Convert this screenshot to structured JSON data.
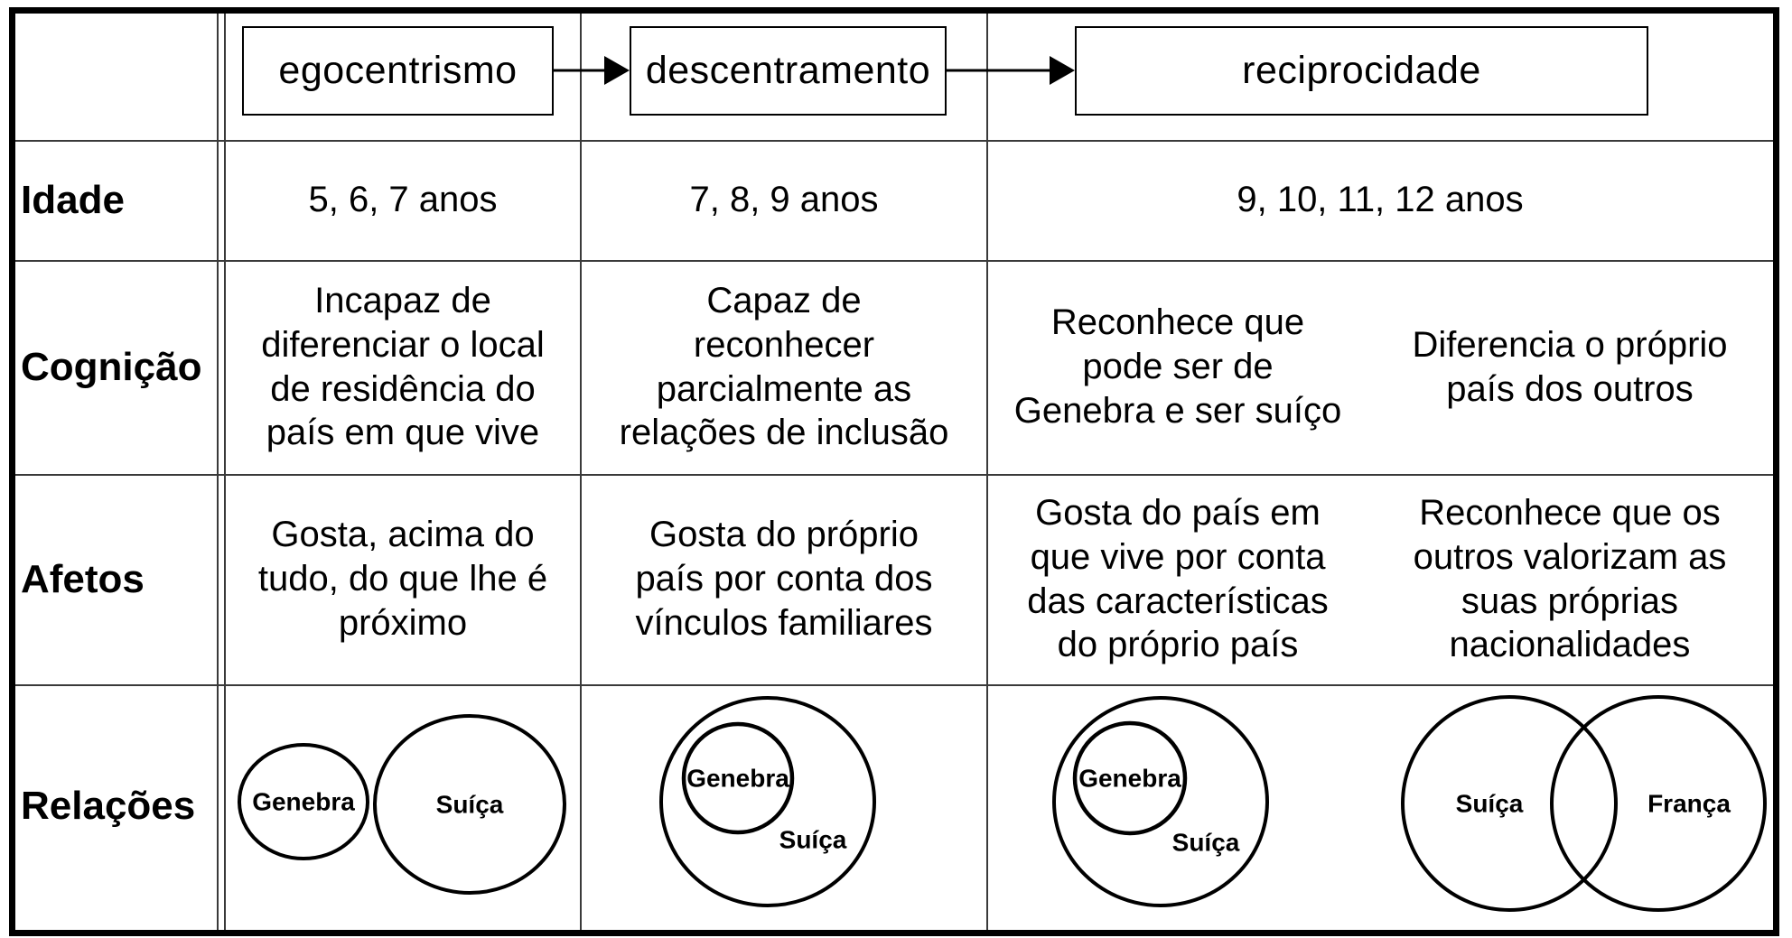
{
  "header": {
    "stages": [
      {
        "label": "egocentrismo"
      },
      {
        "label": "descentramento"
      },
      {
        "label": "reciprocidade"
      }
    ]
  },
  "rows": {
    "idade": {
      "label": "Idade",
      "egocentrismo": "5, 6, 7 anos",
      "descentramento": "7, 8, 9 anos",
      "reciprocidade": "9, 10, 11, 12 anos"
    },
    "cognicao": {
      "label": "Cognição",
      "egocentrismo": "Incapaz de\ndiferenciar o local\nde residência do\npaís em que vive",
      "descentramento": "Capaz de\nreconhecer\nparcialmente as\nrelações de inclusão",
      "reciprocidade_1": "Reconhece que\npode ser de\nGenebra e ser suíço",
      "reciprocidade_2": "Diferencia o próprio\npaís dos outros"
    },
    "afetos": {
      "label": "Afetos",
      "egocentrismo": "Gosta, acima do\ntudo, do que lhe é\npróximo",
      "descentramento": "Gosta do próprio\npaís por conta dos\nvínculos familiares",
      "reciprocidade_1": "Gosta do país em\nque vive por conta\ndas características\ndo próprio país",
      "reciprocidade_2": "Reconhece que os\noutros valorizam as\nsuas próprias\nnacionalidades"
    },
    "relacoes": {
      "label": "Relações",
      "egocentrismo_venn": {
        "type": "disjoint",
        "small": "Genebra",
        "large": "Suíça"
      },
      "descentramento_venn": {
        "type": "inclusion",
        "inner": "Genebra",
        "outer": "Suíça"
      },
      "reciprocidade_venn_inclusion": {
        "type": "inclusion",
        "inner": "Genebra",
        "outer": "Suíça"
      },
      "reciprocidade_venn_overlap": {
        "type": "overlap",
        "left": "Suíça",
        "right": "França"
      }
    }
  },
  "colors": {
    "border": "#000000",
    "thin_line": "#3a3a3a",
    "background": "#ffffff",
    "text": "#000000"
  }
}
